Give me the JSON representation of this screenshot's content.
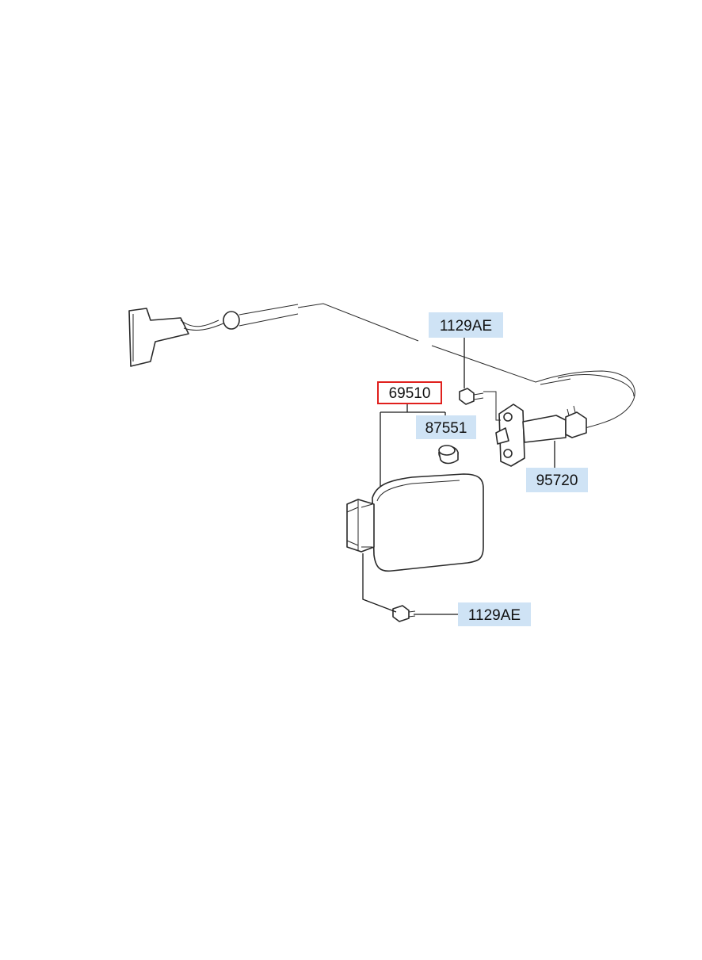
{
  "callouts": {
    "bolt_top": {
      "label": "1129AE"
    },
    "fuel_door": {
      "label": "69510"
    },
    "bumper": {
      "label": "87551"
    },
    "actuator": {
      "label": "95720"
    },
    "bolt_bottom": {
      "label": "1129AE"
    }
  },
  "colors": {
    "callout_fill": "#cfe3f5",
    "selected_border": "#e0201d",
    "line": "#2a2a2a"
  }
}
